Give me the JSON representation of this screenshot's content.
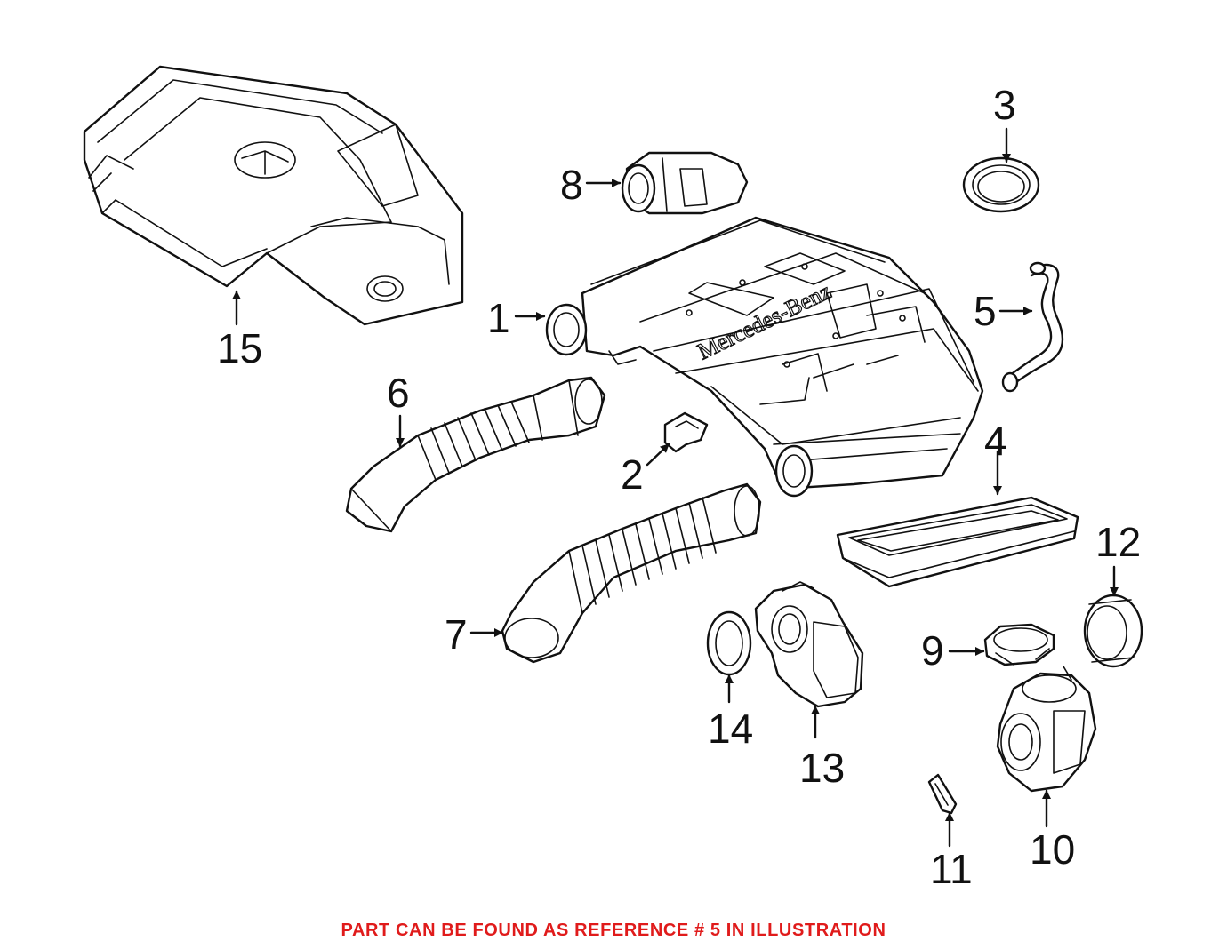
{
  "callouts": [
    "1",
    "2",
    "3",
    "4",
    "5",
    "6",
    "7",
    "8",
    "9",
    "10",
    "11",
    "12",
    "13",
    "14",
    "15"
  ],
  "brand_marking": "Mercedes-Benz",
  "caption": "PART CAN BE FOUND AS REFERENCE # 5 IN ILLUSTRATION",
  "colors": {
    "caption": "#e01b1b",
    "line": "#111111",
    "background": "#ffffff"
  }
}
